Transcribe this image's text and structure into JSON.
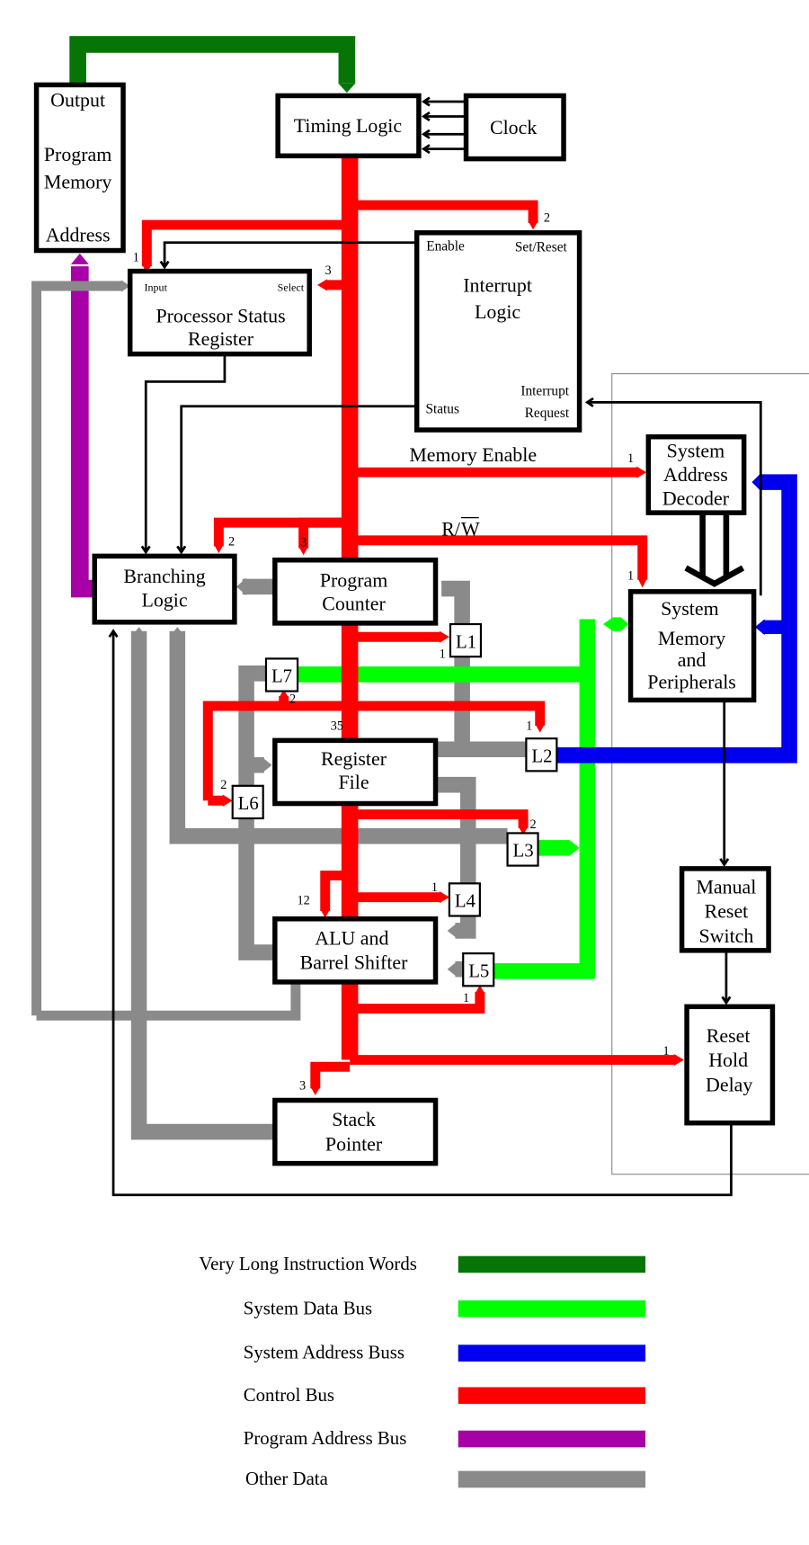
{
  "colors": {
    "vliw": "#067506",
    "data_bus": "#00ff00",
    "address_bus": "#0000ee",
    "control_bus": "#ff0000",
    "program_address_bus": "#a600a6",
    "other_data": "#8a8a8a"
  },
  "blocks": {
    "program_memory": [
      "Output",
      "Program",
      "Memory",
      "Address"
    ],
    "timing_logic": "Timing Logic",
    "clock": "Clock",
    "psr": {
      "title": [
        "Processor Status",
        "Register"
      ],
      "input": "Input",
      "select": "Select"
    },
    "interrupt": {
      "title": [
        "Interrupt",
        "Logic"
      ],
      "enable": "Enable",
      "set_reset": "Set/Reset",
      "status": "Status",
      "request": [
        "Interrupt",
        "Request"
      ]
    },
    "sad": [
      "System",
      "Address",
      "Decoder"
    ],
    "smp": [
      "System",
      "Memory",
      "and",
      "Peripherals"
    ],
    "branching": [
      "Branching",
      "Logic"
    ],
    "pc": [
      "Program",
      "Counter"
    ],
    "regfile": [
      "Register",
      "File"
    ],
    "alu": [
      "ALU and",
      "Barrel Shifter"
    ],
    "stack": [
      "Stack",
      "Pointer"
    ],
    "manual_reset": [
      "Manual",
      "Reset",
      "Switch"
    ],
    "reset_hold": [
      "Reset",
      "Hold",
      "Delay"
    ]
  },
  "latches": [
    "L1",
    "L2",
    "L3",
    "L4",
    "L5",
    "L6",
    "L7"
  ],
  "signal_labels": {
    "memory_enable": "Memory Enable",
    "rw_r": "R/",
    "rw_w": "W"
  },
  "counts": {
    "psr_input": "1",
    "psr_select": "3",
    "interrupt_set": "2",
    "sad": "1",
    "smp": "1",
    "branching": "2",
    "pc": "3",
    "l1": "1",
    "l7": "2",
    "regfile": "35",
    "l2": "1",
    "l6": "2",
    "l3": "2",
    "l4": "1",
    "alu": "12",
    "l5": "1",
    "stack": "3",
    "reset_hold": "1"
  },
  "legend": [
    {
      "label": "Very Long Instruction Words",
      "color": "#067506"
    },
    {
      "label": "System Data Bus",
      "color": "#00ff00"
    },
    {
      "label": "System Address Buss",
      "color": "#0000ee"
    },
    {
      "label": "Control Bus",
      "color": "#ff0000"
    },
    {
      "label": "Program Address Bus",
      "color": "#a600a6"
    },
    {
      "label": "Other Data",
      "color": "#8a8a8a"
    }
  ]
}
